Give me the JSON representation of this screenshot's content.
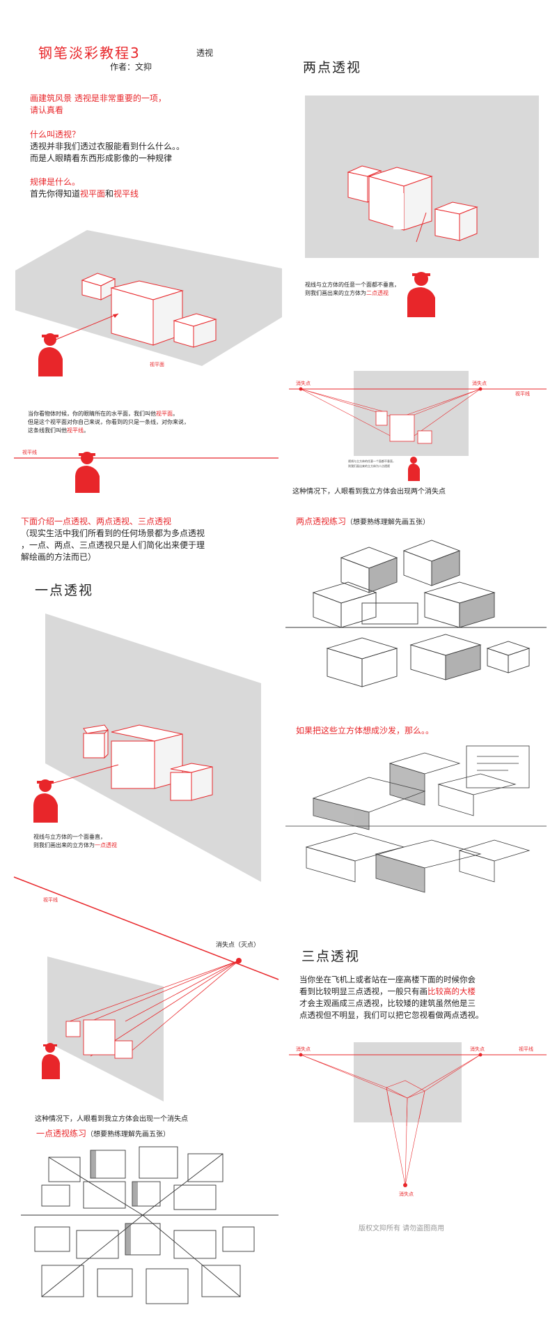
{
  "header": {
    "title": "钢笔淡彩教程3",
    "subtitle": "透视",
    "author": "作者：文抑"
  },
  "intro": {
    "line1": "画建筑风景  透视是非常重要的一项，",
    "line2": "请认真看",
    "q1": "什么叫透视？",
    "a1_1": "透视并非我们透过衣服能看到什么什么。。",
    "a1_2": "而是人眼睛看东西形成影像的一种规律",
    "q2": "规律是什么。",
    "a2_pre": "首先你得知道",
    "a2_term1": "视平面",
    "a2_mid": "和",
    "a2_term2": "视平线"
  },
  "plane_section": {
    "plane_label": "视平面",
    "desc1_pre": "当你看物体时候，你的眼睛所在的水平面，我们叫他",
    "desc1_term": "视平面",
    "desc1_post": "。",
    "desc2": "但是这个视平面对你自己来说，你看到的只是一条线，对你来说，",
    "desc3_pre": "这条线我们叫他",
    "desc3_term": "视平线",
    "desc3_post": "。",
    "horizon_label": "视平线"
  },
  "types_intro": {
    "title": "下面介绍一点透视、两点透视、三点透视",
    "body1": "（现实生活中我们所看到的任何场景都为多点透视",
    "body2": "，一点、两点、三点透视只是人们简化出来便于理",
    "body3": "解绘画的方法而已）"
  },
  "one_point": {
    "title": "一点透视",
    "desc1": "视线与立方体的一个面垂直，",
    "desc2_pre": "则我们画出来的立方体为",
    "desc2_term": "一点透视",
    "horizon_label": "视平线",
    "vp_label": "消失点（灭点）",
    "caption": "这种情况下，人眼看到我立方体会出现一个消失点",
    "practice_title": "一点透视练习",
    "practice_note": "（想要熟练理解先画五张）"
  },
  "two_point": {
    "title": "两点透视",
    "desc1": "视线与立方体的任意一个面都不垂直，",
    "desc2_pre": "则我们画出来的立方体为",
    "desc2_term": "二点透视",
    "vp_left": "消失点",
    "vp_right": "消失点",
    "horizon_label": "视平线",
    "small_note1": "视线与立方体的任意一个面都不垂直，",
    "small_note2": "则我们画出来的立方体为二点透视",
    "caption": "这种情况下，人眼看到我立方体会出现两个消失点",
    "practice_title": "两点透视练习",
    "practice_note": "（想要熟练理解先画五张）",
    "sofa_line": "如果把这些立方体想成沙发，那么。。"
  },
  "three_point": {
    "title": "三点透视",
    "body1": "当你坐在飞机上或者站在一座高楼下面的时候你会",
    "body2_pre": "看到比较明显三点透视，一般只有画",
    "body2_term": "比较高的大楼",
    "body3": "才会主观画成三点透视，比较矮的建筑虽然他是三",
    "body4": "点透视但不明显，我们可以把它忽视看做两点透视。",
    "vp_left": "消失点",
    "vp_right": "消失点",
    "horizon_label": "视平线",
    "vp_bottom": "消失点"
  },
  "footer": {
    "copyright": "版权文抑所有    请勿盗图商用"
  },
  "colors": {
    "accent": "#e8262a",
    "plane": "#d9d9d9",
    "text": "#222222"
  },
  "icons": [
    "person-silhouette-icon"
  ]
}
